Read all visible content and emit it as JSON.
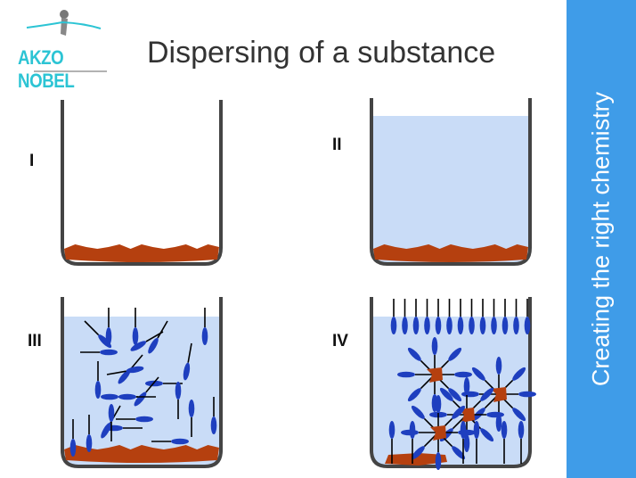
{
  "logo": {
    "text": "AKZO NOBEL"
  },
  "title": "Dispersing of a substance",
  "tagline": "Creating the right chemistry",
  "stages": [
    {
      "label": "I"
    },
    {
      "label": "II"
    },
    {
      "label": "III"
    },
    {
      "label": "IV"
    }
  ],
  "colors": {
    "panel": "#3f9ce8",
    "liquid": "#c9dcf7",
    "sediment": "#b5400f",
    "molecule_head": "#1e3fbf",
    "logo": "#2cc4d4"
  }
}
